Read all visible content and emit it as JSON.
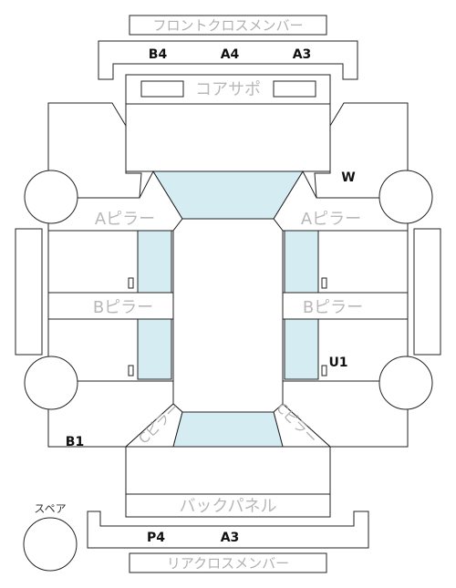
{
  "labels": {
    "front_cross_member": "フロントクロスメンバー",
    "core_support": "コアサポ",
    "a_pillar_left": "Aピラー",
    "a_pillar_right": "Aピラー",
    "b_pillar_left": "Bピラー",
    "b_pillar_right": "Bピラー",
    "c_pillar_left": "Cピラー",
    "c_pillar_right": "Cピラー",
    "back_panel": "バックパネル",
    "rear_cross_member": "リアクロスメンバー",
    "spare": "スペア"
  },
  "codes": {
    "front_b4": "B4",
    "front_a4": "A4",
    "front_a3": "A3",
    "w": "W",
    "u1": "U1",
    "b1": "B1",
    "rear_p4": "P4",
    "rear_a3": "A3"
  },
  "colors": {
    "glass": "#d6ecf3",
    "outline": "#222222",
    "label_grey": "#b8b8b8",
    "code_text": "#111111"
  }
}
